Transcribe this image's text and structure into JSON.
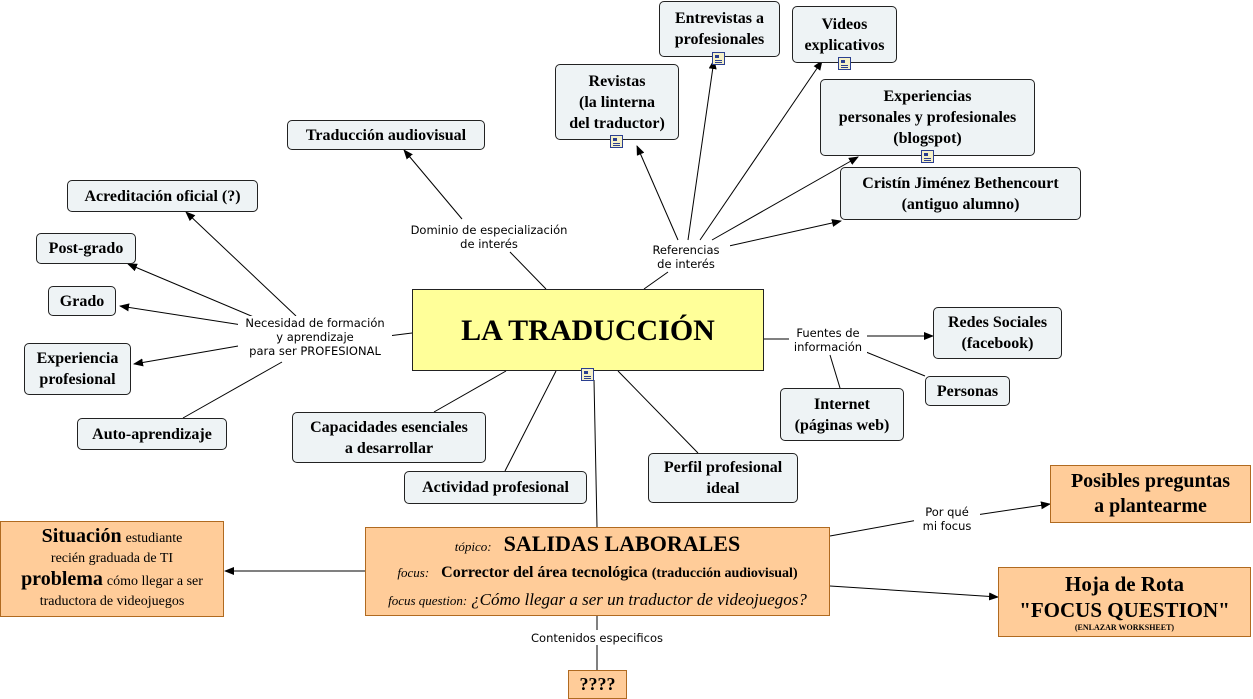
{
  "center": {
    "title": "LA TRADUCCIÓN"
  },
  "nodes": {
    "traduccion_audiovisual": "Traducción audiovisual",
    "acreditacion": "Acreditación oficial (?)",
    "postgrado": "Post-grado",
    "grado": "Grado",
    "experiencia": {
      "l1": "Experiencia",
      "l2": "profesional"
    },
    "autoaprendizaje": "Auto-aprendizaje",
    "capacidades": {
      "l1": "Capacidades esenciales",
      "l2": "a desarrollar"
    },
    "actividad": "Actividad profesional",
    "perfil": {
      "l1": "Perfil profesional",
      "l2": "ideal"
    },
    "revistas": {
      "l1": "Revistas",
      "l2": "(la linterna",
      "l3": "del traductor)"
    },
    "entrevistas": {
      "l1": "Entrevistas a",
      "l2": "profesionales"
    },
    "videos": {
      "l1": "Videos",
      "l2": "explicativos"
    },
    "experiencias": {
      "l1": "Experiencias",
      "l2": "personales y profesionales",
      "l3": "(blogspot)"
    },
    "cristin": {
      "l1": "Cristín Jiménez Bethencourt",
      "l2": "(antiguo alumno)"
    },
    "redes": {
      "l1": "Redes Sociales",
      "l2": "(facebook)"
    },
    "personas": "Personas",
    "internet": {
      "l1": "Internet",
      "l2": "(páginas web)"
    }
  },
  "linking": {
    "dominio": {
      "l1": "Dominio de especialización",
      "l2": "de interés"
    },
    "referencias": {
      "l1": "Referencias",
      "l2": "de interés"
    },
    "necesidad": {
      "l1": "Necesidad de formación",
      "l2": "y aprendizaje",
      "l3": "para ser PROFESIONAL"
    },
    "fuentes": {
      "l1": "Fuentes de",
      "l2": "información"
    },
    "porque": {
      "l1": "Por qué",
      "l2": "mi focus"
    },
    "contenidos": "Contenidos especificos"
  },
  "salidas": {
    "topic_label": "tópico:",
    "topic": "SALIDAS LABORALES",
    "focus_label": "focus:",
    "focus_bold": "Corrector del área tecnológica",
    "focus_rest": "(traducción audiovisual)",
    "fq_label": "focus question:",
    "fq": "¿Cómo llegar a ser un traductor de videojuegos?"
  },
  "situacion": {
    "situacion_word": "Situación",
    "situacion_rest": "estudiante",
    "line2": "recién graduada de TI",
    "problema_word": "problema",
    "problema_rest": "cómo llegar a ser",
    "line4": "traductora de videojuegos"
  },
  "posibles": {
    "l1": "Posibles preguntas",
    "l2": "a plantearme"
  },
  "hoja": {
    "l1": "Hoja de Rota",
    "l2": "\"FOCUS QUESTION\"",
    "l3": "(ENLAZAR WORKSHEET)"
  },
  "unknown": "????",
  "colors": {
    "center": "#ffff99",
    "concept": "#eef3f5",
    "focus": "#ffcc99",
    "line": "#000000"
  }
}
